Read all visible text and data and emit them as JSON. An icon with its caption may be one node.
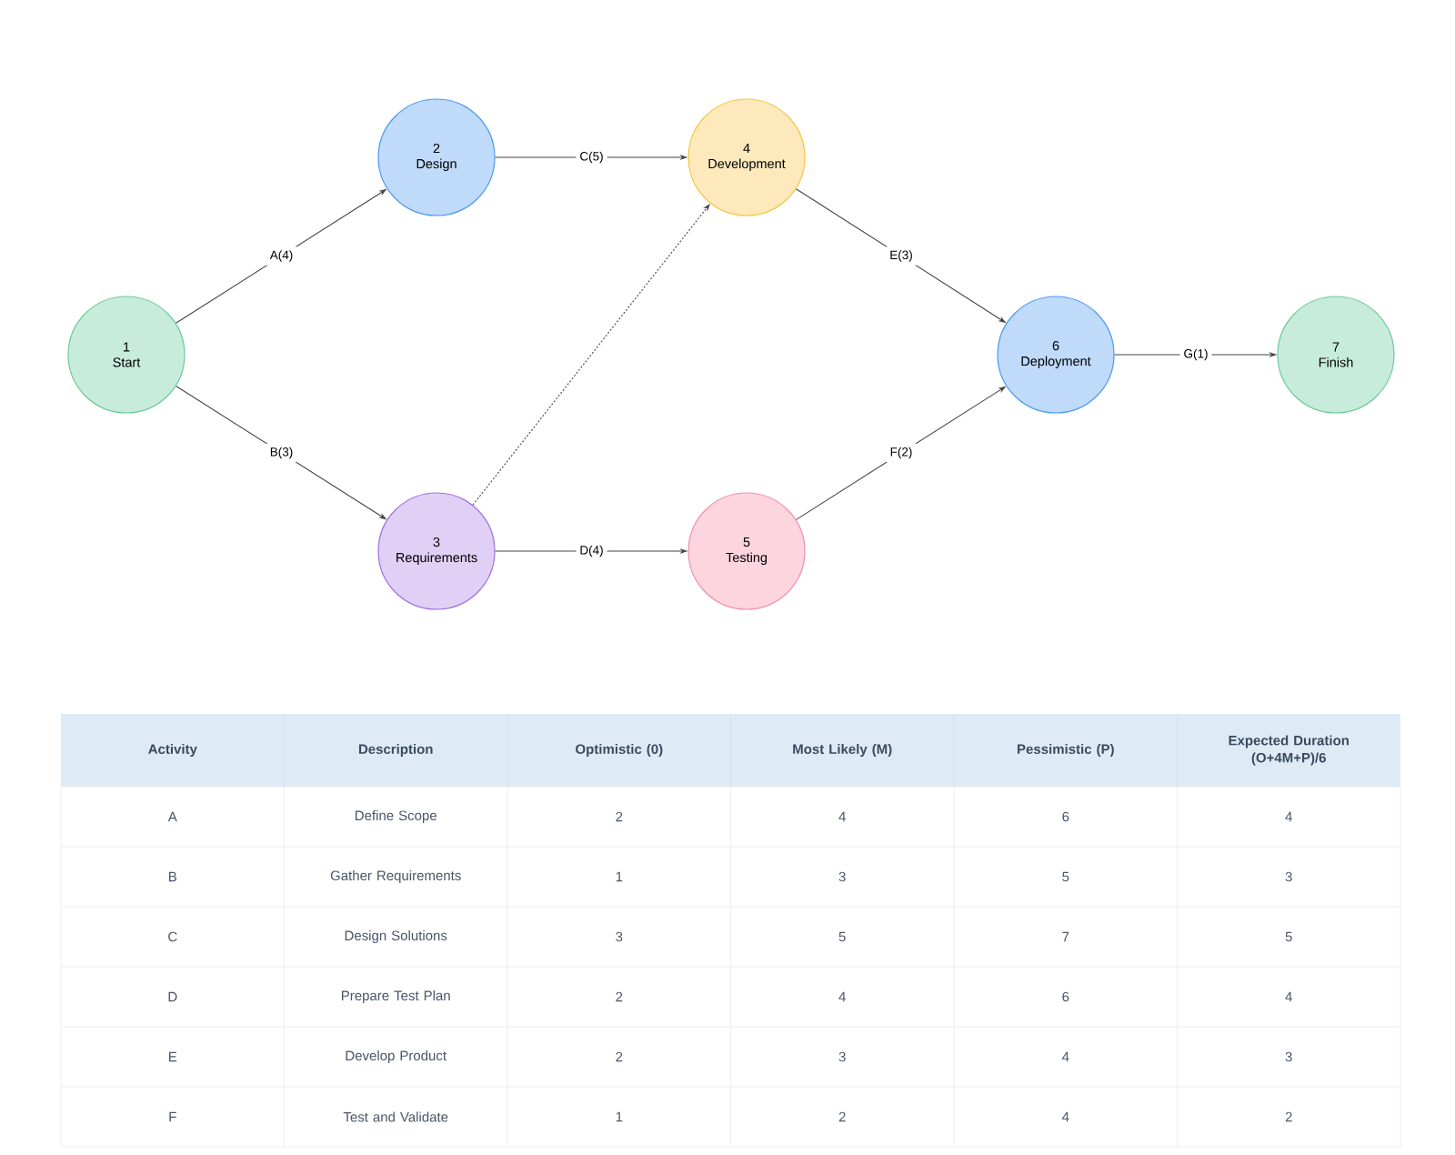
{
  "diagram": {
    "nodes": [
      {
        "text": [
          "1",
          "Start"
        ]
      },
      {
        "text": [
          "2",
          "Design"
        ]
      },
      {
        "text": [
          "3",
          "Requirements"
        ]
      },
      {
        "text": [
          "4",
          "Development"
        ]
      },
      {
        "text": [
          "5",
          "Testing"
        ]
      },
      {
        "text": [
          "6",
          "Deployment"
        ]
      },
      {
        "text": [
          "7",
          "Finish"
        ]
      }
    ],
    "edges": [
      {
        "from": 0,
        "to": 1,
        "arrow": "to",
        "label": "A(4)"
      },
      {
        "from": 0,
        "to": 2,
        "arrow": "to",
        "label": "B(3)"
      },
      {
        "from": 1,
        "to": 3,
        "arrow": "to",
        "label": "C(5)"
      },
      {
        "from": 2,
        "to": 4,
        "arrow": "to",
        "label": "D(4)"
      },
      {
        "from": 2,
        "to": 3,
        "arrow": "to",
        "style": "dashed"
      },
      {
        "from": 3,
        "to": 5,
        "arrow": "to",
        "label": "E(3)"
      },
      {
        "from": 4,
        "to": 5,
        "arrow": "to",
        "label": "F(2)"
      },
      {
        "from": 5,
        "to": 6,
        "arrow": "to",
        "label": "G(1)"
      }
    ],
    "labels": [
      "Activity",
      "Description",
      "Optimistic (0)",
      "Most Likely (M)",
      "Pessimistic (P)",
      "Expected Duration (O+4M+P)/6",
      "A",
      "Define Scope",
      "2",
      "4",
      "6",
      "4",
      "B",
      "Gather Requirements",
      "1",
      "3",
      "5",
      "3",
      "C",
      "Design Solutions",
      "3",
      "5",
      "7",
      "5",
      "D",
      "Prepare Test Plan",
      "2",
      "4",
      "6",
      "4",
      "E",
      "Develop Product",
      "2",
      "3",
      "4",
      "3",
      "F",
      "Test and Validate",
      "1",
      "2",
      "4",
      "2"
    ]
  }
}
